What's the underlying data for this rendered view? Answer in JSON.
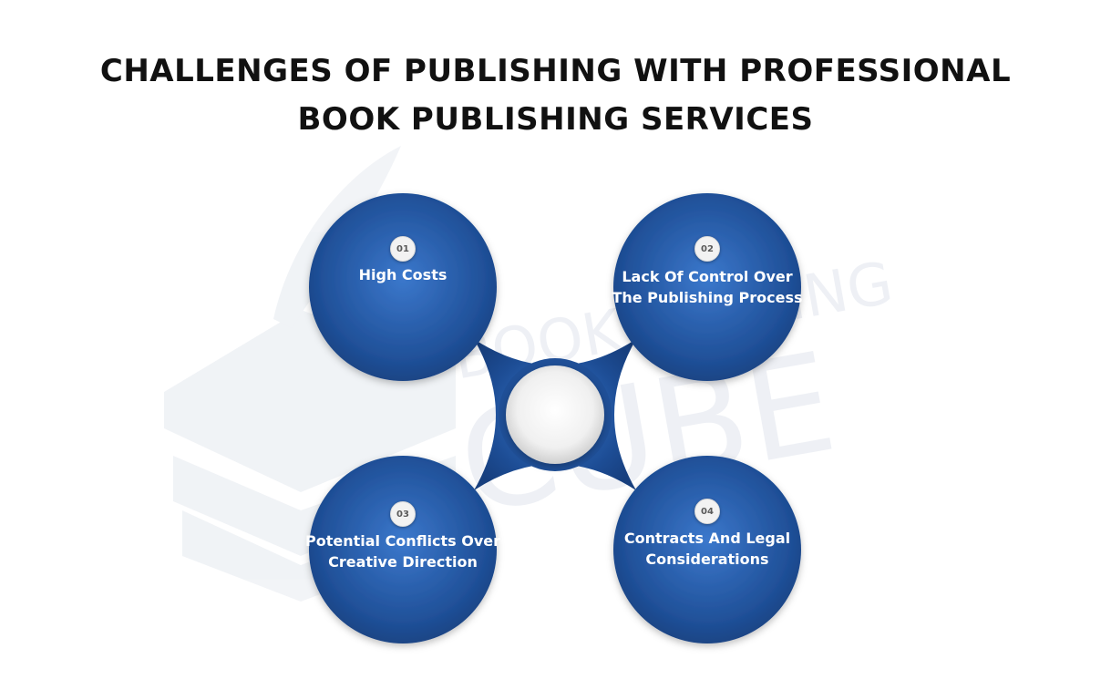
{
  "title": {
    "line1": "CHALLENGES OF PUBLISHING WITH PROFESSIONAL",
    "line2": "BOOK PUBLISHING SERVICES"
  },
  "watermark": {
    "top_text": "BOOK WRITING",
    "bottom_text": "CUBE"
  },
  "items": [
    {
      "number": "01",
      "label": "High Costs"
    },
    {
      "number": "02",
      "label": "Lack Of Control Over The Publishing Process"
    },
    {
      "number": "03",
      "label": "Potential Conflicts Over Creative Direction"
    },
    {
      "number": "04",
      "label": "Contracts And Legal Considerations"
    }
  ],
  "colors": {
    "circle_fill": "#1d4d95",
    "circle_center": "#2e6cc0",
    "title": "#111111",
    "badge": "#f2f2f2"
  }
}
